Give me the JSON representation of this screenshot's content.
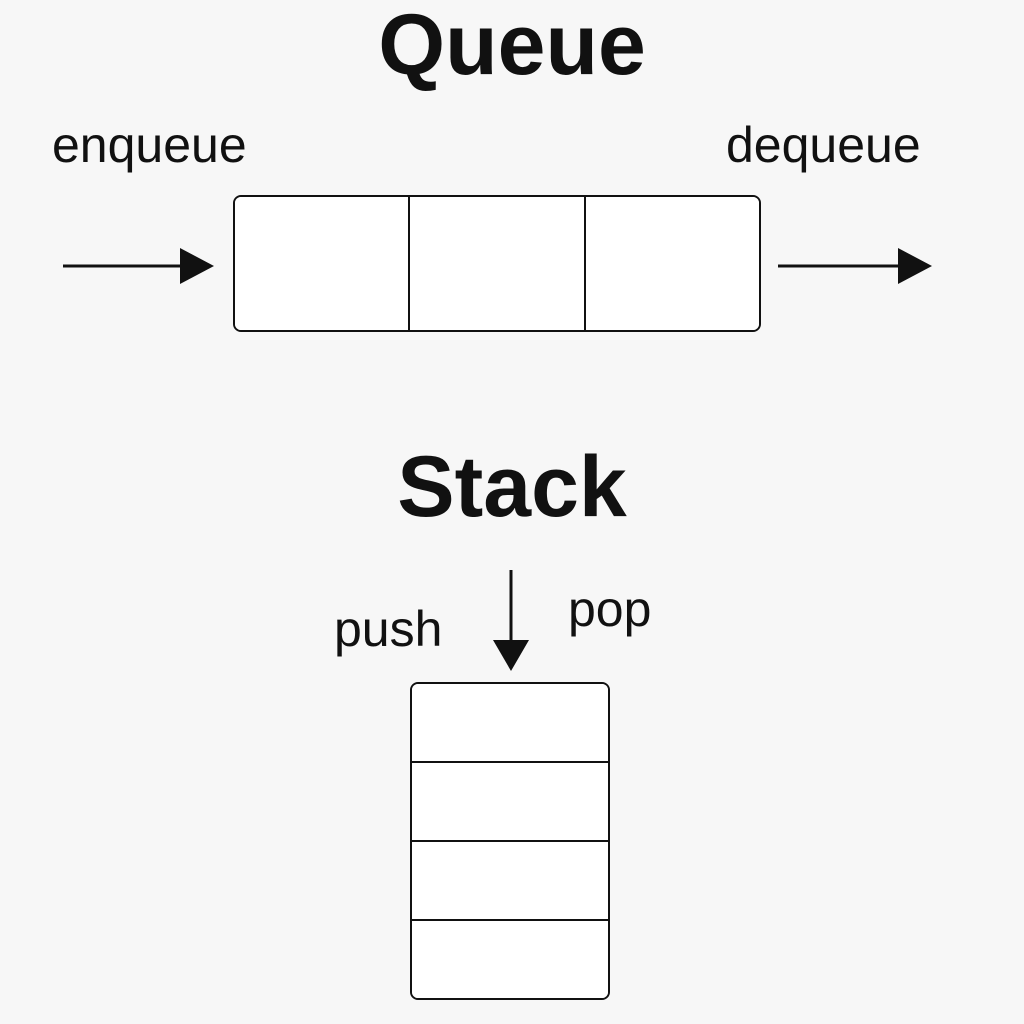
{
  "queue": {
    "title": "Queue",
    "enqueue_label": "enqueue",
    "dequeue_label": "dequeue",
    "cell_count": 3
  },
  "stack": {
    "title": "Stack",
    "push_label": "push",
    "pop_label": "pop",
    "cell_count": 4
  },
  "colors": {
    "background": "#f7f7f7",
    "stroke": "#111111",
    "box_fill": "#ffffff"
  }
}
